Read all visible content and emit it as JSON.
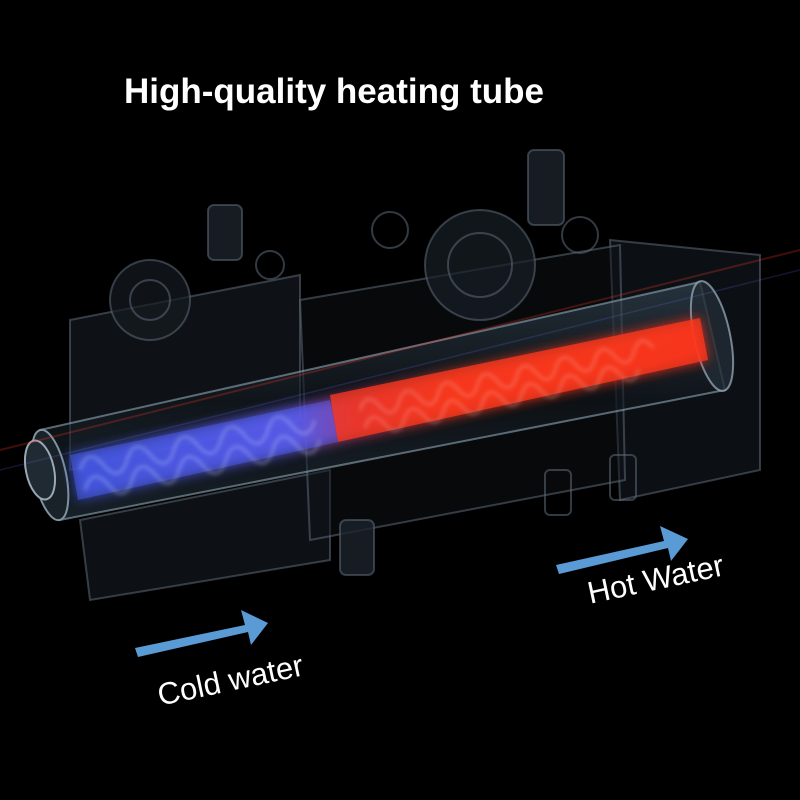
{
  "headline": "High-quality heating tube",
  "labels": {
    "cold": "Cold water",
    "hot": "Hot Water"
  },
  "colors": {
    "background": "#000000",
    "cold_glow": "#5a7dff",
    "hot_glow": "#ff2a1a",
    "arrow": "#5b9bd5",
    "text": "#ffffff"
  },
  "icons": {
    "cold_arrow": "arrow-right-icon",
    "hot_arrow": "arrow-right-icon"
  }
}
